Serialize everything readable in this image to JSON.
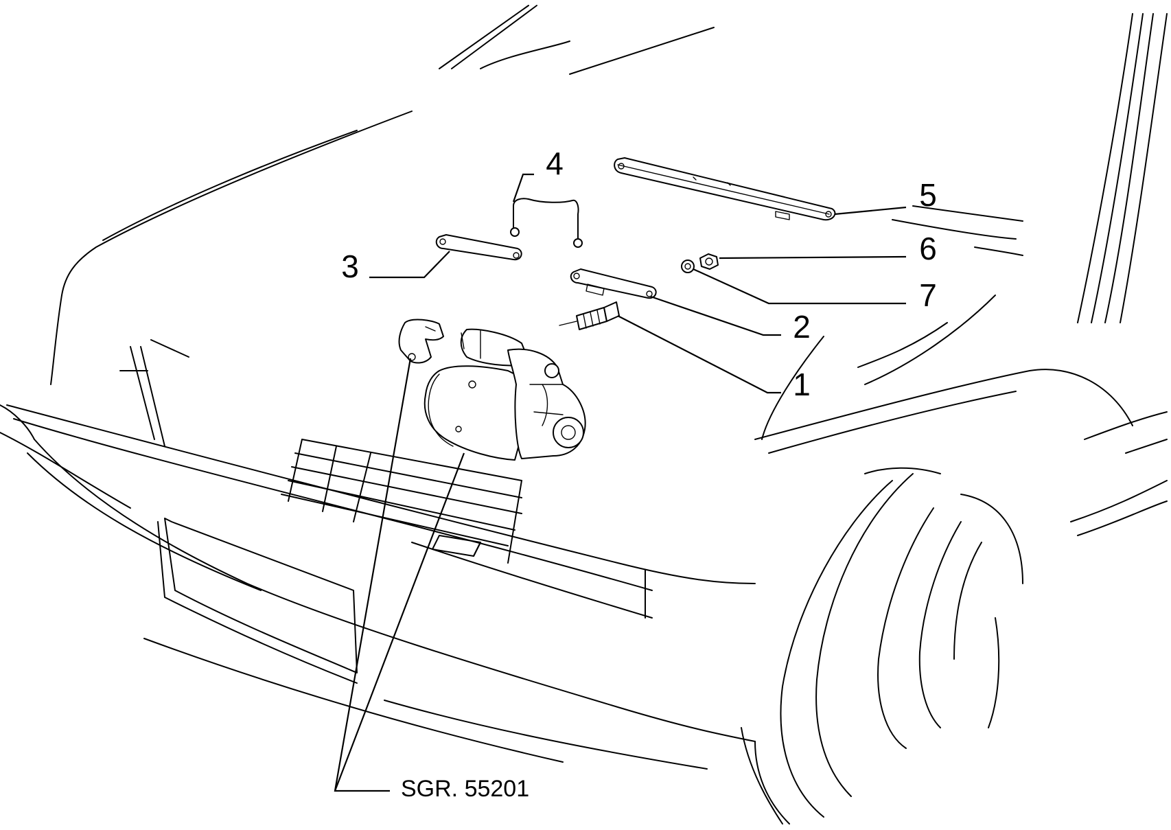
{
  "diagram": {
    "callouts": [
      {
        "id": "1",
        "label": "1"
      },
      {
        "id": "2",
        "label": "2"
      },
      {
        "id": "3",
        "label": "3"
      },
      {
        "id": "4",
        "label": "4"
      },
      {
        "id": "5",
        "label": "5"
      },
      {
        "id": "6",
        "label": "6"
      },
      {
        "id": "7",
        "label": "7"
      }
    ],
    "reference_label": "SGR. 55201"
  }
}
